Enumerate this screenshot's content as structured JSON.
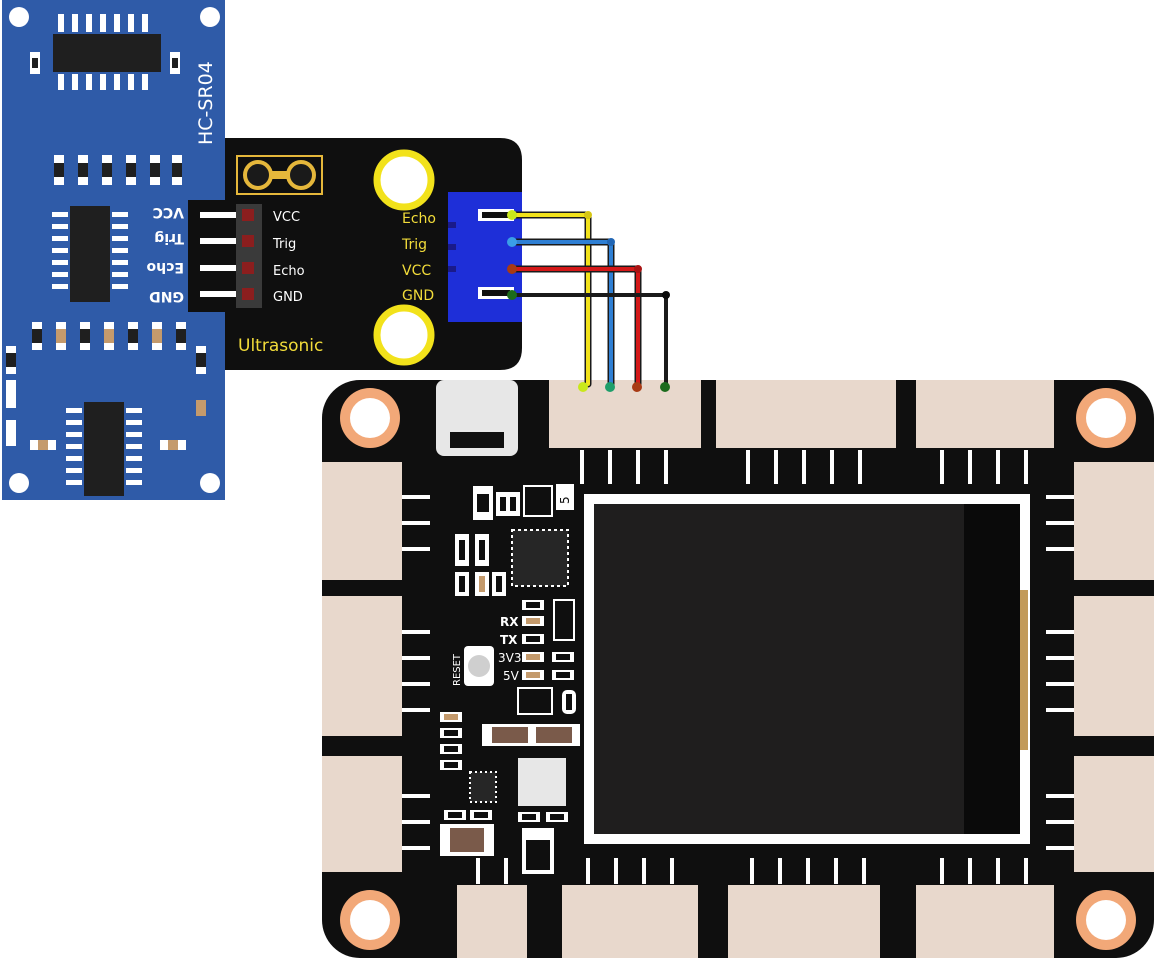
{
  "sensor": {
    "model": "HC-SR04",
    "pins": [
      "VCC",
      "Trig",
      "Echo",
      "GND"
    ]
  },
  "adapter": {
    "name": "Ultrasonic",
    "left_pins": [
      "VCC",
      "Trig",
      "Echo",
      "GND"
    ],
    "right_pins": [
      "Echo",
      "Trig",
      "VCC",
      "GND"
    ]
  },
  "board": {
    "labels": {
      "rx": "RX",
      "tx": "TX",
      "v3": "3V3",
      "v5": "5V",
      "reset": "RESET",
      "five": "5"
    }
  },
  "colors": {
    "sensor_pcb": "#2f5ba8",
    "board_pcb": "#111111",
    "wire_echo": "#f2e21b",
    "wire_trig": "#2e7fd4",
    "wire_vcc": "#d41818",
    "wire_gnd": "#1a1a1a",
    "connector": "#e8d8cc"
  }
}
